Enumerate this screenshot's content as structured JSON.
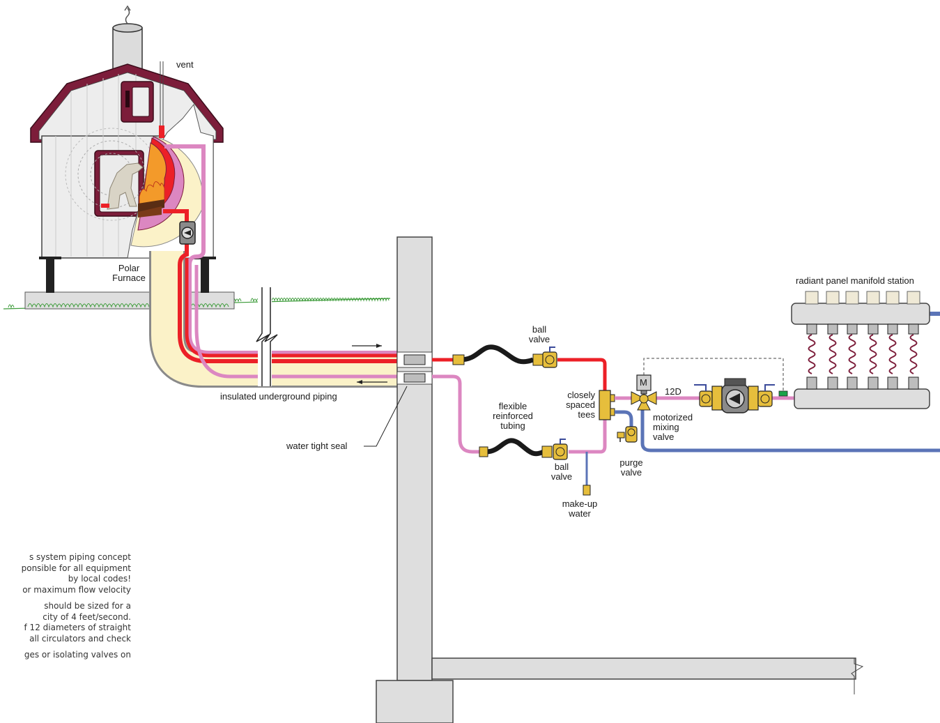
{
  "colors": {
    "supply": "#ec2027",
    "return_pink": "#dc87c1",
    "cold_blue": "#5b74b7",
    "furnace_maroon": "#7c1d3a",
    "brass": "#e6be3c",
    "concrete": "#dedede",
    "grass": "#3d9b3a",
    "insulation": "#fbf2c8"
  },
  "labels": {
    "vent": "vent",
    "furnace": [
      "Polar",
      "Furnace"
    ],
    "insulated_piping": "insulated underground piping",
    "water_tight_seal": "water tight seal",
    "ball_valve_top": [
      "ball",
      "valve"
    ],
    "flexible_tubing": [
      "flexible",
      "reinforced",
      "tubing"
    ],
    "ball_valve_bottom": [
      "ball",
      "valve"
    ],
    "make_up_water": [
      "make-up",
      "water"
    ],
    "closely_spaced_tees": [
      "closely",
      "spaced",
      "tees"
    ],
    "purge_valve": [
      "purge",
      "valve"
    ],
    "motorized_mixing_valve": [
      "motorized",
      "mixing",
      "valve"
    ],
    "motor_letter": "M",
    "twelve_d": "12D",
    "manifold_station": "radiant panel manifold station"
  },
  "notes": [
    "s system piping concept",
    "ponsible for all equipment",
    " by local codes!",
    "or maximum flow velocity",
    "",
    "should  be  sized  for  a",
    "city of 4 feet/second.",
    "f 12 diameters of straight",
    "all  circulators  and  check",
    "",
    "ges or isolating valves on"
  ],
  "icons": [
    "smoke-icon",
    "polar-bear-icon",
    "fire-icon",
    "circulator-pump-icon",
    "ball-valve-icon",
    "mixing-valve-icon",
    "purge-valve-icon",
    "arrow-icon"
  ]
}
